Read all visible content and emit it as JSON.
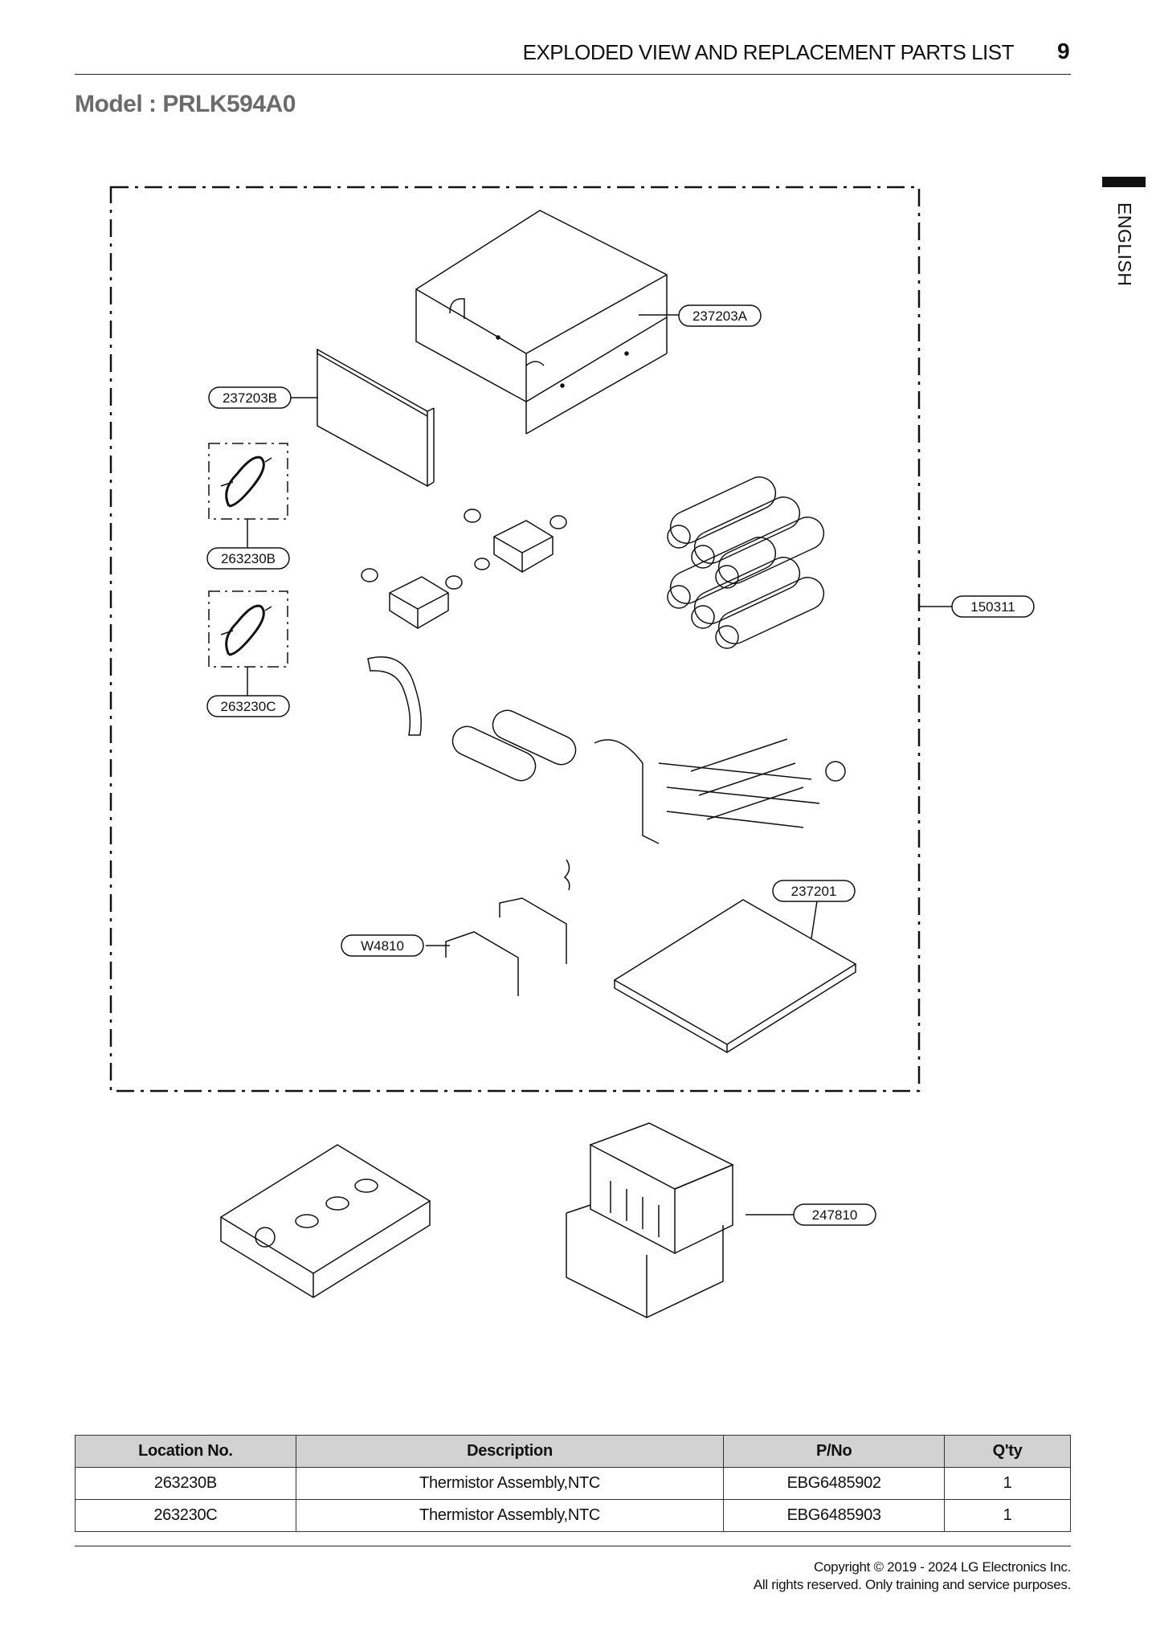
{
  "header": {
    "title": "EXPLODED VIEW AND REPLACEMENT PARTS LIST",
    "page": "9"
  },
  "model": "Model : PRLK594A0",
  "language_tab": "ENGLISH",
  "callouts": {
    "c237203A": "237203A",
    "c237203B": "237203B",
    "c263230B": "263230B",
    "c263230C": "263230C",
    "c150311": "150311",
    "c237201": "237201",
    "cW4810": "W4810",
    "c247810": "247810"
  },
  "table": {
    "headers": [
      "Location No.",
      "Description",
      "P/No",
      "Q'ty"
    ],
    "rows": [
      [
        "263230B",
        "Thermistor Assembly,NTC",
        "EBG6485902",
        "1"
      ],
      [
        "263230C",
        "Thermistor Assembly,NTC",
        "EBG6485903",
        "1"
      ]
    ]
  },
  "footer": {
    "line1": "Copyright © 2019 - 2024 LG Electronics Inc.",
    "line2": "All rights reserved. Only training and service purposes."
  }
}
